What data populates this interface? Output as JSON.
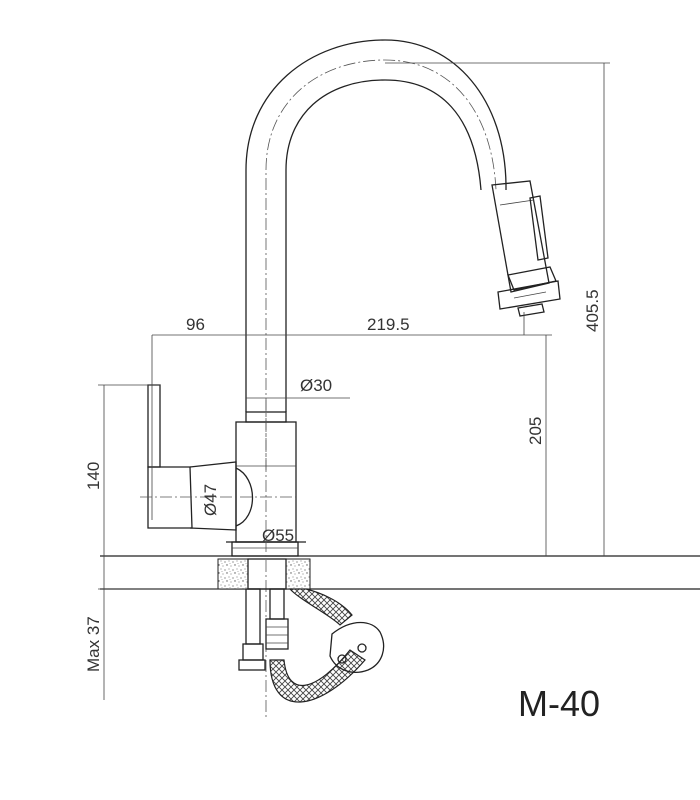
{
  "drawing": {
    "model": "M-40",
    "dimensions": {
      "spout_reach": "96",
      "spout_span": "219.5",
      "total_height": "405.5",
      "spout_height": "205",
      "handle_height": "140",
      "spout_diameter": "Ø30",
      "body_diameter": "Ø47",
      "base_diameter": "Ø55",
      "max_counter": "Max 37"
    }
  },
  "colors": {
    "line": "#222222",
    "hose": "#555555",
    "background": "#ffffff"
  }
}
